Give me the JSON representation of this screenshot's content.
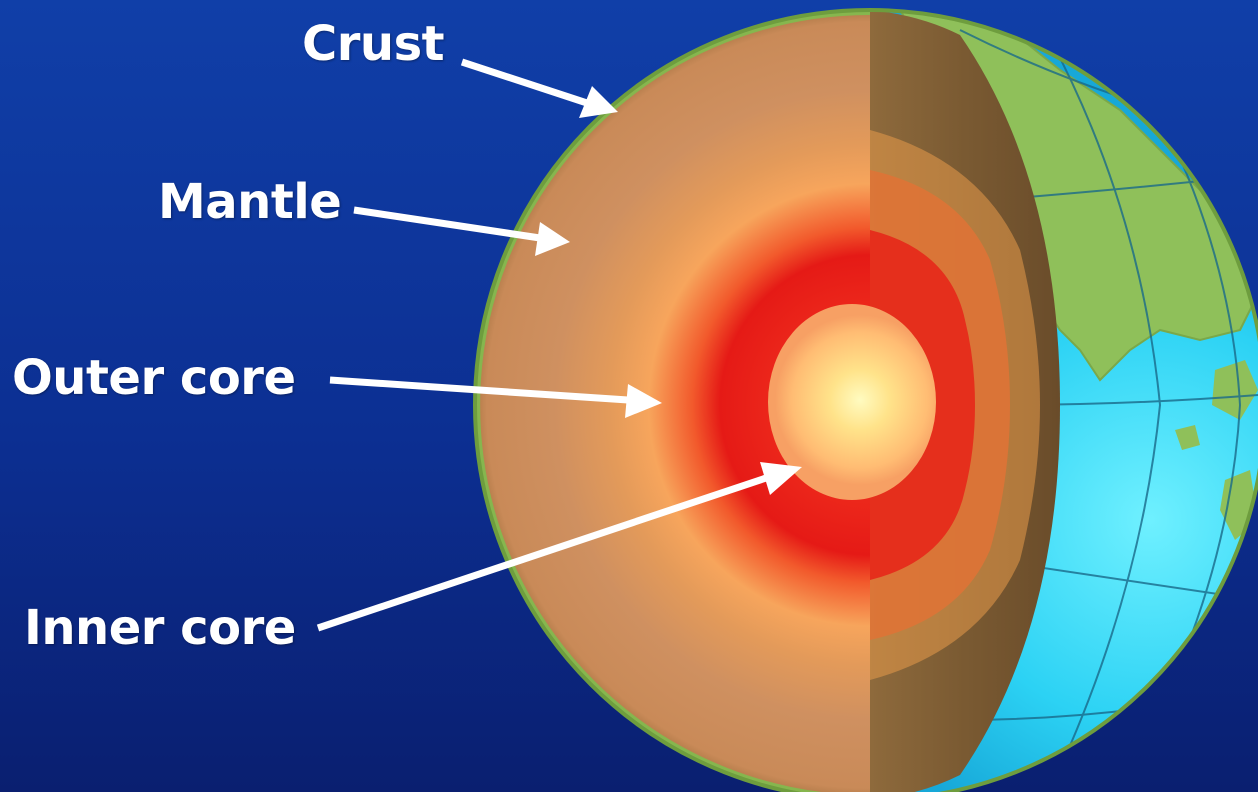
{
  "labels": {
    "crust": "Crust",
    "mantle": "Mantle",
    "outer_core": "Outer core",
    "inner_core": "Inner core"
  },
  "colors": {
    "background_top": "#0f3fa6",
    "background_bottom": "#0a1f72",
    "crust_rim": "#7fae4a",
    "mantle": "#c98a4f",
    "outer_core": "#e8211a",
    "inner_core": "#ffd98a",
    "ocean": "#2bd0f0",
    "land": "#8fbf55",
    "arrow": "#ffffff"
  }
}
